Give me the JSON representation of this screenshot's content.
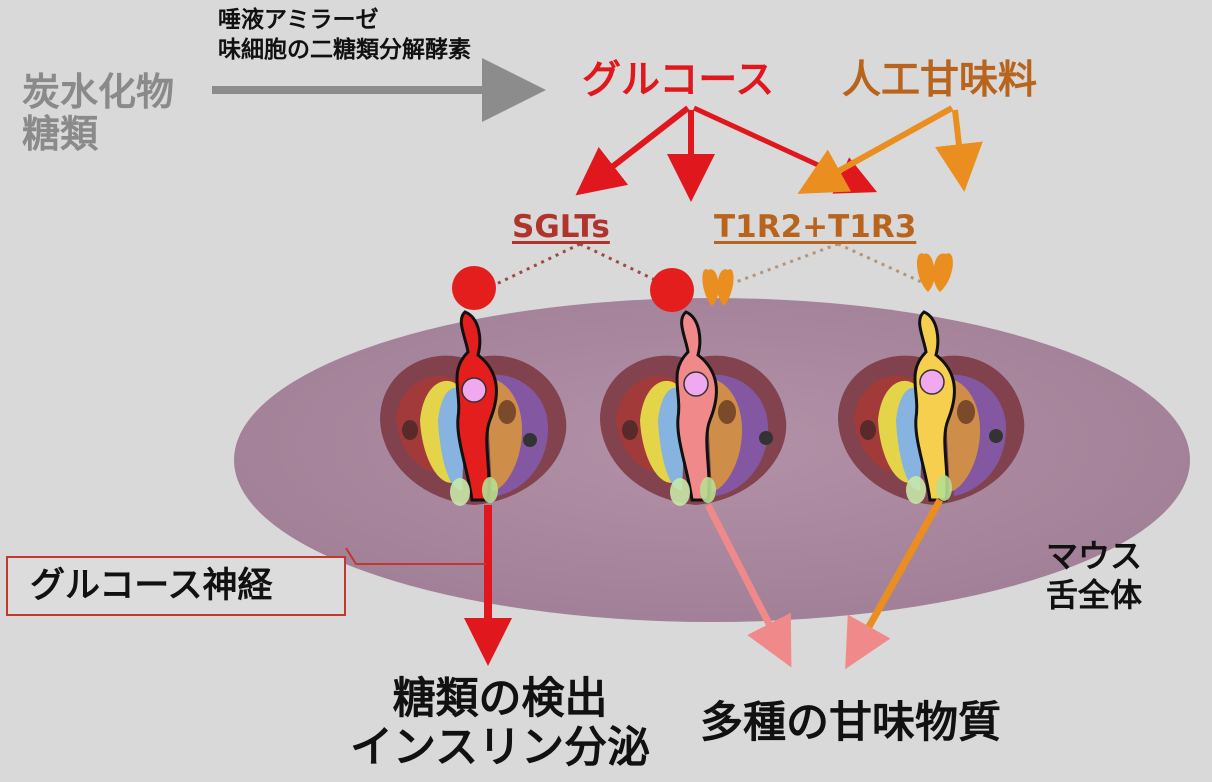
{
  "labels": {
    "carbohydrate_line1": "炭水化物",
    "carbohydrate_line2": "糖類",
    "enzyme_line1": "唾液アミラーゼ",
    "enzyme_line2": "味細胞の二糖類分解酵素",
    "glucose": "グルコース",
    "artificial_sweetener": "人工甘味料",
    "sglts": "SGLTs",
    "t1r2_t1r3": "T1R2+T1R3",
    "mouse_line1": "マウス",
    "mouse_line2": "舌全体",
    "glucose_nerve": "グルコース神経",
    "detection_line1": "糖類の検出",
    "detection_line2": "インスリン分泌",
    "sweet_substances": "多種の甘味物質"
  },
  "colors": {
    "glucose_red": "#e0171c",
    "sweetener_orange": "#ea8f1f",
    "enzyme_arrow_gray": "#8c8c8c",
    "tongue_purple": "#a9819a",
    "cell_red": "#e41d1d",
    "cell_pink": "#f08a8a",
    "cell_yellow": "#f6cf4e",
    "nucleus_pink": "#f0a8ef"
  }
}
